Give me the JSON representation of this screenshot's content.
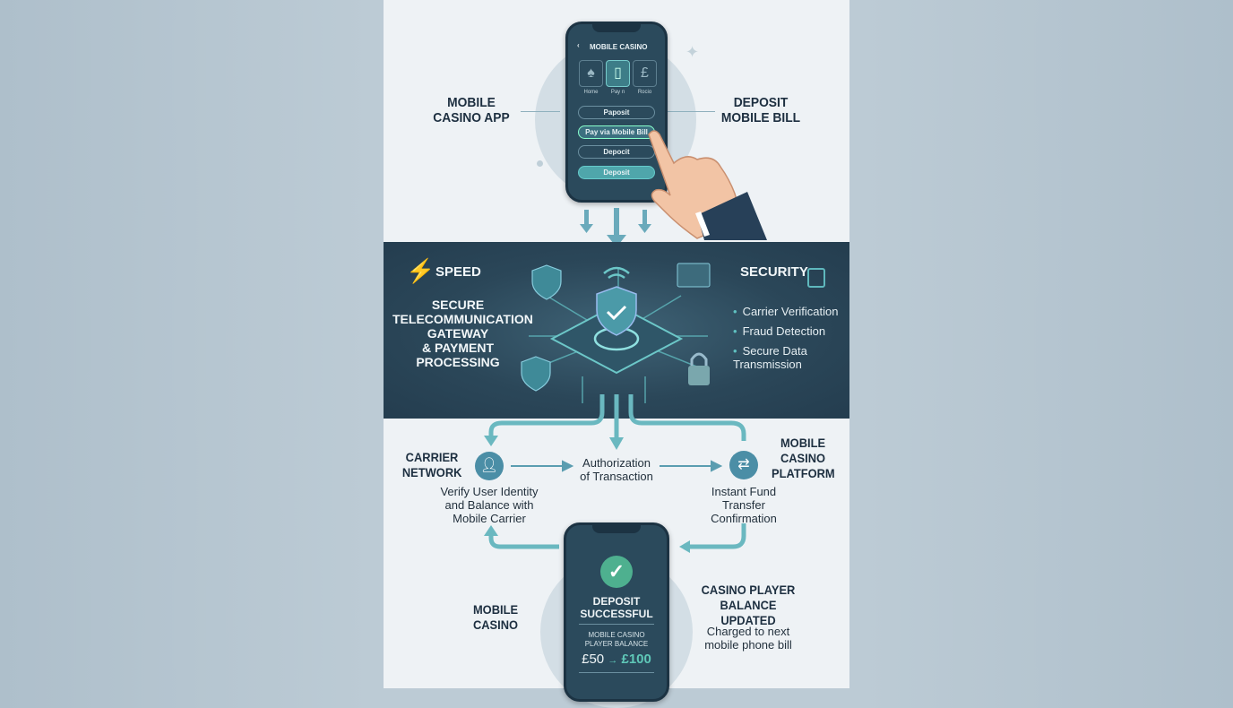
{
  "top": {
    "left_label": "MOBILE\nCASINO APP",
    "right_label": "DEPOSIT\nMOBILE BILL",
    "phone": {
      "title": "MOBILE CASINO",
      "tiles": [
        {
          "icon": "spade-icon",
          "glyph": "♠",
          "label": "Home"
        },
        {
          "icon": "phone-icon",
          "glyph": "▯",
          "label": "Pay n"
        },
        {
          "icon": "pound-icon",
          "glyph": "£",
          "label": "Rocio"
        }
      ],
      "buttons": [
        "Paposit",
        "Pay via Mobile Bill",
        "Depocit",
        "Deposit"
      ]
    }
  },
  "gateway": {
    "speed": "SPEED",
    "title": "SECURE\nTELECOMMUNICATION\nGATEWAY\n& PAYMENT\nPROCESSING",
    "security": "SECURITY",
    "bullets": [
      "Carrier Verification",
      "Fraud Detection",
      "Secure Data\nTransmission"
    ]
  },
  "flow": {
    "carrier": "CARRIER\nNETWORK",
    "carrier_desc": "Verify User Identity\nand Balance with\nMobile Carrier",
    "auth": "Authorization\nof Transaction",
    "platform": "MOBILE\nCASINO\nPLATFORM",
    "platform_desc": "Instant Fund\nTransfer\nConfirmation"
  },
  "bottom": {
    "left_label": "MOBILE\nCASINO",
    "right_label": "CASINO PLAYER\nBALANCE UPDATED",
    "right_desc": "Charged to next\nmobile phone bill",
    "phone": {
      "status": "DEPOSIT\nSUCCESSFUL",
      "balance_label": "MOBILE CASINO\nPLAYER BALANCE",
      "from": "£50",
      "arrow": "→",
      "to": "£100"
    }
  },
  "colors": {
    "teal": "#5fb8bd",
    "dark": "#2b4759",
    "arrow": "#5a9db0"
  }
}
